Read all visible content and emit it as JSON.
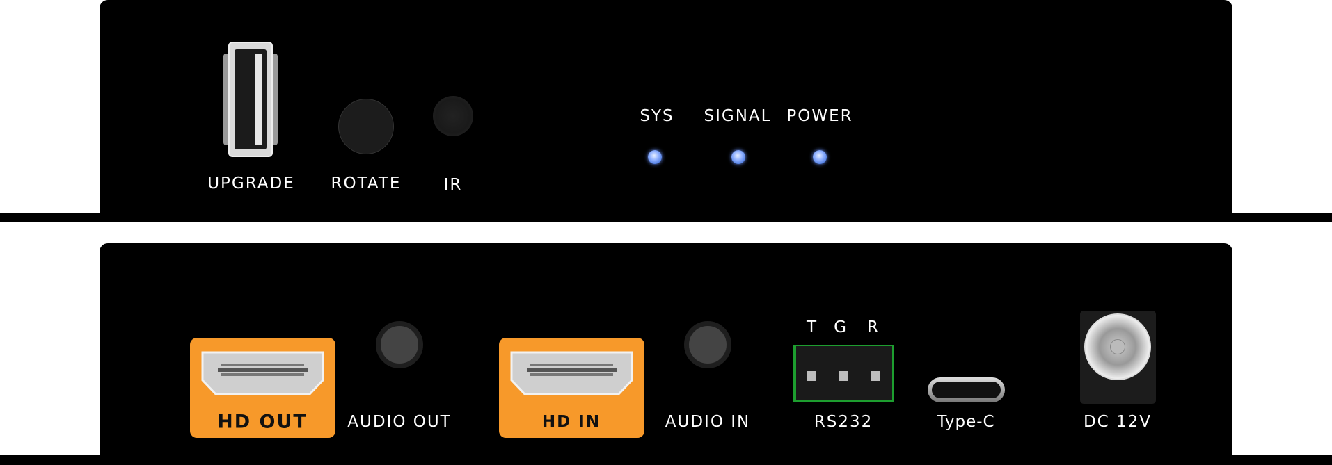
{
  "front_panel": {
    "ports": [
      {
        "label": "UPGRADE"
      },
      {
        "label": "ROTATE"
      },
      {
        "label": "IR"
      }
    ],
    "indicators": [
      {
        "label": "SYS",
        "color": "#7fa4ff"
      },
      {
        "label": "SIGNAL",
        "color": "#7fa4ff"
      },
      {
        "label": "POWER",
        "color": "#7fa4ff"
      }
    ]
  },
  "rear_panel": {
    "hd_out": "HD OUT",
    "audio_out": "AUDIO OUT",
    "hd_in": "HD IN",
    "audio_in": "AUDIO IN",
    "rs232": {
      "label": "RS232",
      "pins": [
        "T",
        "G",
        "R"
      ]
    },
    "type_c": "Type-C",
    "dc": "DC 12V"
  },
  "colors": {
    "hdmi_highlight": "#f7992a",
    "terminal_green": "#1d9e2f"
  }
}
